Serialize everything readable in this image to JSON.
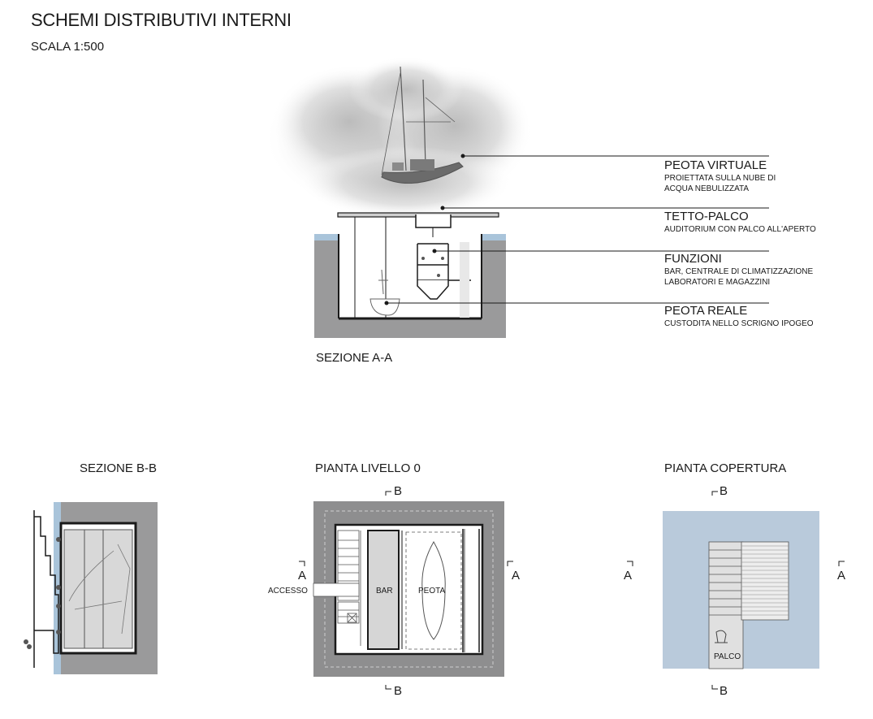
{
  "header": {
    "title": "SCHEMI DISTRIBUTIVI INTERNI",
    "scale": "SCALA 1:500"
  },
  "section_aa": {
    "caption": "SEZIONE A-A",
    "labels": [
      {
        "title": "PEOTA VIRTUALE",
        "desc": [
          "PROIETTATA SULLA NUBE DI",
          "ACQUA NEBULIZZATA"
        ]
      },
      {
        "title": "TETTO-PALCO",
        "desc": [
          "AUDITORIUM CON PALCO ALL'APERTO"
        ]
      },
      {
        "title": "FUNZIONI",
        "desc": [
          "BAR, CENTRALE DI CLIMATIZZAZIONE",
          "LABORATORI E MAGAZZINI"
        ]
      },
      {
        "title": "PEOTA REALE",
        "desc": [
          "CUSTODITA NELLO SCRIGNO IPOGEO"
        ]
      }
    ]
  },
  "section_bb": {
    "caption": "SEZIONE B-B"
  },
  "plan_level0": {
    "caption": "PIANTA LIVELLO 0",
    "labels": {
      "access": "ACCESSO",
      "bar": "BAR",
      "peota": "PEOTA"
    },
    "markers": {
      "b_top": "B",
      "b_bottom": "B",
      "a_left": "A",
      "a_right": "A"
    }
  },
  "plan_roof": {
    "caption": "PIANTA COPERTURA",
    "labels": {
      "stage": "PALCO"
    },
    "markers": {
      "b_top": "B",
      "b_bottom": "B",
      "a_left": "A",
      "a_right": "A"
    }
  },
  "colors": {
    "ground": "#9a9a9b",
    "water": "#a9c4da",
    "roof": "#b9cadb",
    "ink": "#1a1a1a"
  }
}
